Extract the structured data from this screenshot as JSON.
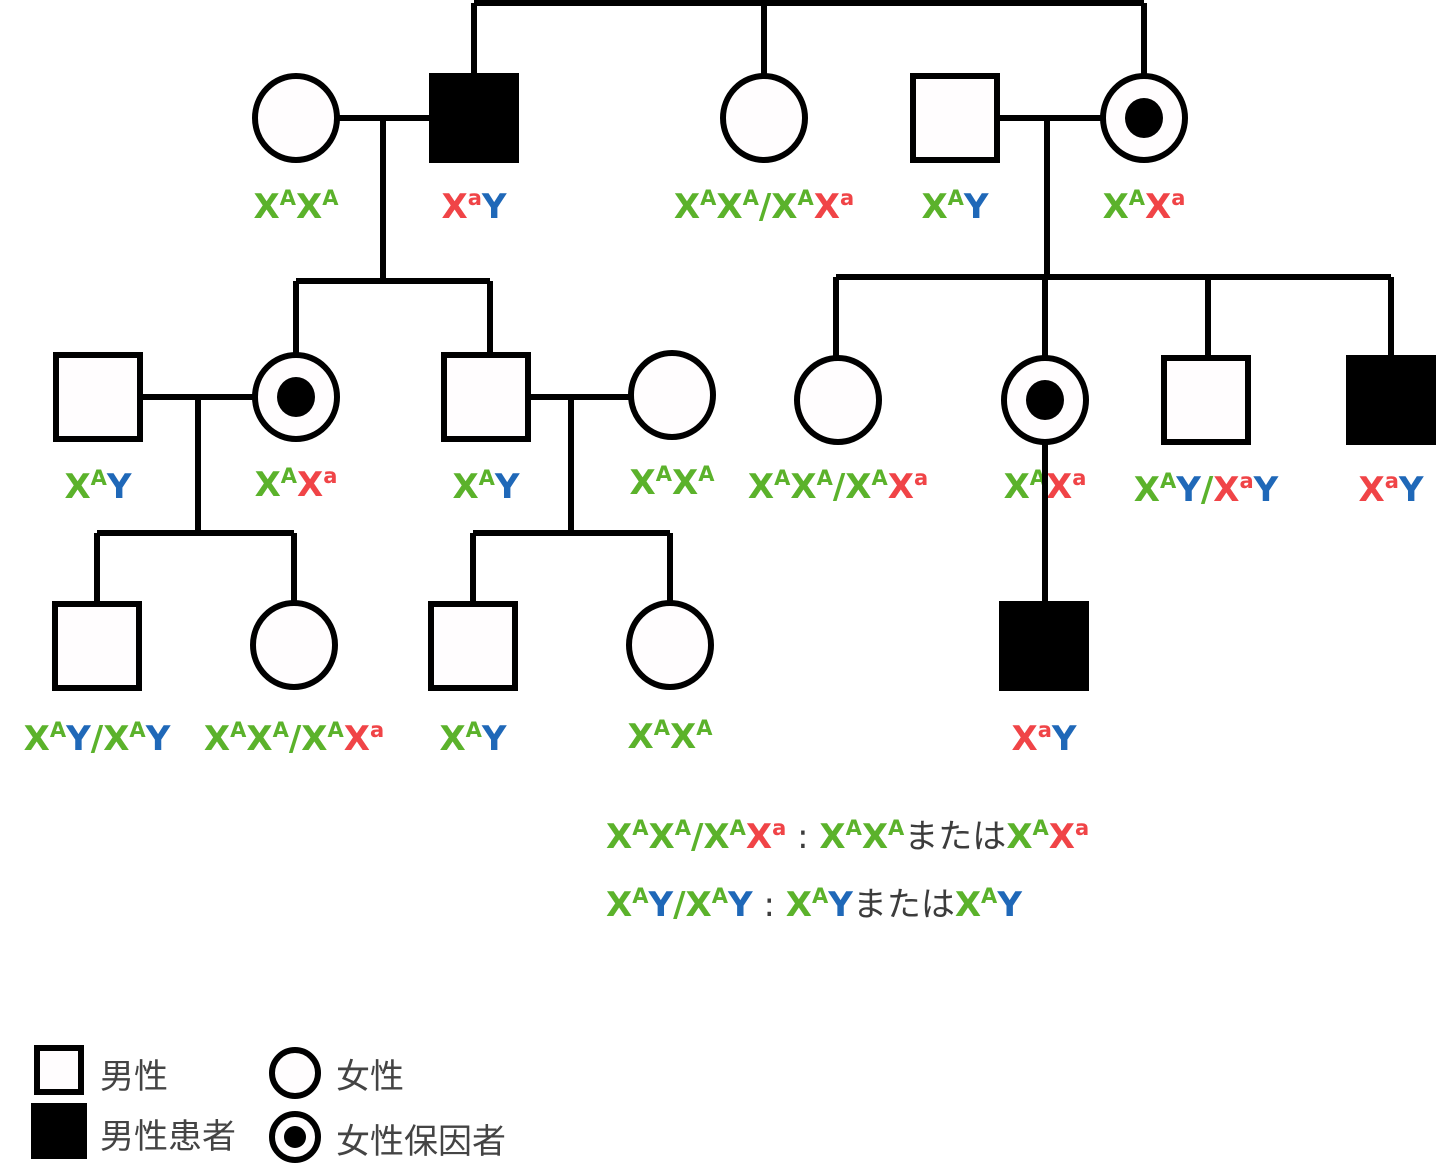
{
  "colors": {
    "dominant_allele": "#5bb22b",
    "recessive_allele": "#f04447",
    "y_chromosome": "#1f68b8",
    "text_dark": "#3c3c3c",
    "affected_fill": "#000000"
  },
  "individuals": [
    {
      "id": "g1-wife",
      "sex": "female",
      "status": "normal",
      "genotype": [
        [
          "X",
          "g"
        ],
        [
          "A",
          "g",
          "sup"
        ],
        [
          "X",
          "g"
        ],
        [
          "A",
          "g",
          "sup"
        ]
      ]
    },
    {
      "id": "g1-affected-male",
      "sex": "male",
      "status": "affected",
      "genotype": [
        [
          "X",
          "r"
        ],
        [
          "a",
          "r",
          "sup"
        ],
        [
          "Y",
          "b"
        ]
      ]
    },
    {
      "id": "g1-sister",
      "sex": "female",
      "status": "normal",
      "genotype": [
        [
          "X",
          "g"
        ],
        [
          "A",
          "g",
          "sup"
        ],
        [
          "X",
          "g"
        ],
        [
          "A",
          "g",
          "sup"
        ],
        [
          "/",
          "g"
        ],
        [
          "X",
          "g"
        ],
        [
          "A",
          "g",
          "sup"
        ],
        [
          "X",
          "r"
        ],
        [
          "a",
          "r",
          "sup"
        ]
      ]
    },
    {
      "id": "g1-husband",
      "sex": "male",
      "status": "normal",
      "genotype": [
        [
          "X",
          "g"
        ],
        [
          "A",
          "g",
          "sup"
        ],
        [
          "Y",
          "b"
        ]
      ]
    },
    {
      "id": "g1-carrier-sister",
      "sex": "female",
      "status": "carrier",
      "genotype": [
        [
          "X",
          "g"
        ],
        [
          "A",
          "g",
          "sup"
        ],
        [
          "X",
          "r"
        ],
        [
          "a",
          "r",
          "sup"
        ]
      ]
    },
    {
      "id": "g2-husband-left",
      "sex": "male",
      "status": "normal",
      "genotype": [
        [
          "X",
          "g"
        ],
        [
          "A",
          "g",
          "sup"
        ],
        [
          "Y",
          "b"
        ]
      ]
    },
    {
      "id": "g2-carrier-daughter",
      "sex": "female",
      "status": "carrier",
      "genotype": [
        [
          "X",
          "g"
        ],
        [
          "A",
          "g",
          "sup"
        ],
        [
          "X",
          "r"
        ],
        [
          "a",
          "r",
          "sup"
        ]
      ]
    },
    {
      "id": "g2-son",
      "sex": "male",
      "status": "normal",
      "genotype": [
        [
          "X",
          "g"
        ],
        [
          "A",
          "g",
          "sup"
        ],
        [
          "Y",
          "b"
        ]
      ]
    },
    {
      "id": "g2-son-wife",
      "sex": "female",
      "status": "normal",
      "genotype": [
        [
          "X",
          "g"
        ],
        [
          "A",
          "g",
          "sup"
        ],
        [
          "X",
          "g"
        ],
        [
          "A",
          "g",
          "sup"
        ]
      ]
    },
    {
      "id": "g2-cousin-female",
      "sex": "female",
      "status": "normal",
      "genotype": [
        [
          "X",
          "g"
        ],
        [
          "A",
          "g",
          "sup"
        ],
        [
          "X",
          "g"
        ],
        [
          "A",
          "g",
          "sup"
        ],
        [
          "/",
          "g"
        ],
        [
          "X",
          "g"
        ],
        [
          "A",
          "g",
          "sup"
        ],
        [
          "X",
          "r"
        ],
        [
          "a",
          "r",
          "sup"
        ]
      ]
    },
    {
      "id": "g2-cousin-carrier",
      "sex": "female",
      "status": "carrier",
      "genotype": [
        [
          "X",
          "g"
        ],
        [
          "A",
          "g",
          "sup"
        ],
        [
          "X",
          "r"
        ],
        [
          "a",
          "r",
          "sup"
        ]
      ]
    },
    {
      "id": "g2-cousin-male",
      "sex": "male",
      "status": "normal",
      "genotype": [
        [
          "X",
          "g"
        ],
        [
          "A",
          "g",
          "sup"
        ],
        [
          "Y",
          "b"
        ],
        [
          "/",
          "g"
        ],
        [
          "X",
          "r"
        ],
        [
          "a",
          "r",
          "sup"
        ],
        [
          "Y",
          "b"
        ]
      ]
    },
    {
      "id": "g2-cousin-affected",
      "sex": "male",
      "status": "affected",
      "genotype": [
        [
          "X",
          "r"
        ],
        [
          "a",
          "r",
          "sup"
        ],
        [
          "Y",
          "b"
        ]
      ]
    },
    {
      "id": "g3-grandson-1",
      "sex": "male",
      "status": "normal",
      "genotype": [
        [
          "X",
          "g"
        ],
        [
          "A",
          "g",
          "sup"
        ],
        [
          "Y",
          "b"
        ],
        [
          "/",
          "g"
        ],
        [
          "X",
          "g"
        ],
        [
          "A",
          "g",
          "sup"
        ],
        [
          "Y",
          "b"
        ]
      ]
    },
    {
      "id": "g3-granddaughter-1",
      "sex": "female",
      "status": "normal",
      "genotype": [
        [
          "X",
          "g"
        ],
        [
          "A",
          "g",
          "sup"
        ],
        [
          "X",
          "g"
        ],
        [
          "A",
          "g",
          "sup"
        ],
        [
          "/",
          "g"
        ],
        [
          "X",
          "g"
        ],
        [
          "A",
          "g",
          "sup"
        ],
        [
          "X",
          "r"
        ],
        [
          "a",
          "r",
          "sup"
        ]
      ]
    },
    {
      "id": "g3-grandson-2",
      "sex": "male",
      "status": "normal",
      "genotype": [
        [
          "X",
          "g"
        ],
        [
          "A",
          "g",
          "sup"
        ],
        [
          "Y",
          "b"
        ]
      ]
    },
    {
      "id": "g3-granddaughter-2",
      "sex": "female",
      "status": "normal",
      "genotype": [
        [
          "X",
          "g"
        ],
        [
          "A",
          "g",
          "sup"
        ],
        [
          "X",
          "g"
        ],
        [
          "A",
          "g",
          "sup"
        ]
      ]
    },
    {
      "id": "g3-affected-son",
      "sex": "male",
      "status": "affected",
      "genotype": [
        [
          "X",
          "r"
        ],
        [
          "a",
          "r",
          "sup"
        ],
        [
          "Y",
          "b"
        ]
      ]
    }
  ],
  "notes": [
    [
      [
        "X",
        "g"
      ],
      [
        "A",
        "g",
        "sup"
      ],
      [
        "X",
        "g"
      ],
      [
        "A",
        "g",
        "sup"
      ],
      [
        "/",
        "g"
      ],
      [
        "X",
        "g"
      ],
      [
        "A",
        "g",
        "sup"
      ],
      [
        "X",
        "r"
      ],
      [
        "a",
        "r",
        "sup"
      ],
      [
        " : ",
        "k",
        "jp"
      ],
      [
        "X",
        "g"
      ],
      [
        "A",
        "g",
        "sup"
      ],
      [
        "X",
        "g"
      ],
      [
        "A",
        "g",
        "sup"
      ],
      [
        "または",
        "k",
        "jp"
      ],
      [
        "X",
        "g"
      ],
      [
        "A",
        "g",
        "sup"
      ],
      [
        "X",
        "r"
      ],
      [
        "a",
        "r",
        "sup"
      ]
    ],
    [
      [
        "X",
        "g"
      ],
      [
        "A",
        "g",
        "sup"
      ],
      [
        "Y",
        "b"
      ],
      [
        "/",
        "g"
      ],
      [
        "X",
        "g"
      ],
      [
        "A",
        "g",
        "sup"
      ],
      [
        "Y",
        "b"
      ],
      [
        " : ",
        "k",
        "jp"
      ],
      [
        "X",
        "g"
      ],
      [
        "A",
        "g",
        "sup"
      ],
      [
        "Y",
        "b"
      ],
      [
        "または",
        "k",
        "jp"
      ],
      [
        "X",
        "g"
      ],
      [
        "A",
        "g",
        "sup"
      ],
      [
        "Y",
        "b"
      ]
    ]
  ],
  "legend": {
    "male": "男性",
    "affected_male": "男性患者",
    "female": "女性",
    "carrier_female": "女性保因者"
  }
}
